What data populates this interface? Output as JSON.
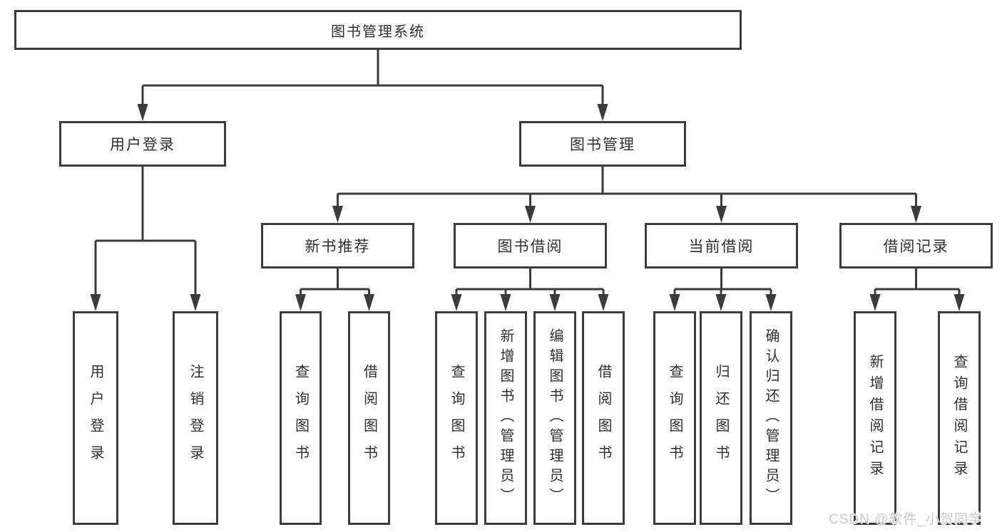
{
  "diagram": {
    "root": {
      "label": "图书管理系统"
    },
    "level2": [
      {
        "label": "用户登录",
        "children": [
          {
            "label": "用户登录"
          },
          {
            "label": "注销登录"
          }
        ]
      },
      {
        "label": "图书管理"
      }
    ],
    "level3": [
      {
        "label": "新书推荐",
        "children": [
          {
            "label": "查询图书"
          },
          {
            "label": "借阅图书"
          }
        ]
      },
      {
        "label": "图书借阅",
        "children": [
          {
            "label": "查询图书"
          },
          {
            "label": "新增图书（管理员）"
          },
          {
            "label": "编辑图书（管理员）"
          },
          {
            "label": "借阅图书"
          }
        ]
      },
      {
        "label": "当前借阅",
        "children": [
          {
            "label": "查询图书"
          },
          {
            "label": "归还图书"
          },
          {
            "label": "确认归还（管理员）"
          }
        ]
      },
      {
        "label": "借阅记录",
        "children": [
          {
            "label": "新增借阅记录"
          },
          {
            "label": "查询借阅记录"
          }
        ]
      }
    ]
  },
  "watermark": {
    "text": "CSDN @软件_小贺同学"
  },
  "colors": {
    "line": "#3b3b3b",
    "box_border": "#3b3b3b",
    "text": "#2f2f2f",
    "background": "#ffffff",
    "watermark": "#c9c9c9"
  }
}
